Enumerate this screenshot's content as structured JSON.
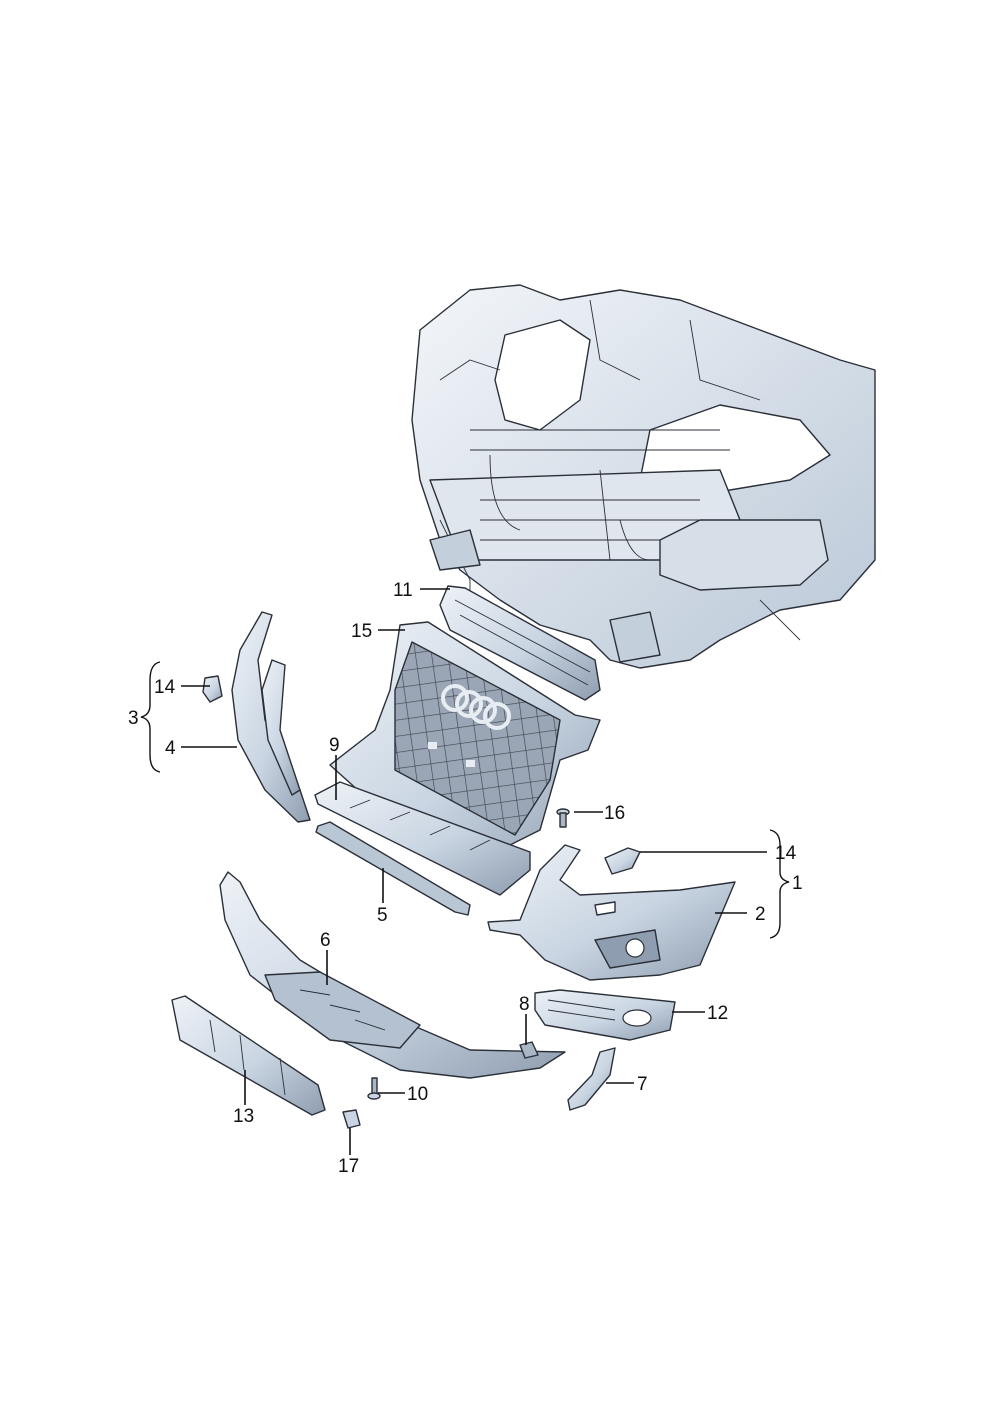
{
  "colors": {
    "part_fill": "#c9d5e2",
    "part_light": "#e7edf4",
    "part_dark": "#8f9db0",
    "outline": "#2b2f38",
    "grille_mesh": "#4a505a",
    "background": "#ffffff"
  },
  "callouts": [
    {
      "id": "c1",
      "label": "1"
    },
    {
      "id": "c2",
      "label": "2"
    },
    {
      "id": "c3",
      "label": "3"
    },
    {
      "id": "c4",
      "label": "4"
    },
    {
      "id": "c5",
      "label": "5"
    },
    {
      "id": "c6",
      "label": "6"
    },
    {
      "id": "c7",
      "label": "7"
    },
    {
      "id": "c8",
      "label": "8"
    },
    {
      "id": "c9",
      "label": "9"
    },
    {
      "id": "c10",
      "label": "10"
    },
    {
      "id": "c11",
      "label": "11"
    },
    {
      "id": "c12",
      "label": "12"
    },
    {
      "id": "c13",
      "label": "13"
    },
    {
      "id": "c14a",
      "label": "14"
    },
    {
      "id": "c14b",
      "label": "14"
    },
    {
      "id": "c15",
      "label": "15"
    },
    {
      "id": "c16",
      "label": "16"
    },
    {
      "id": "c17",
      "label": "17"
    }
  ]
}
